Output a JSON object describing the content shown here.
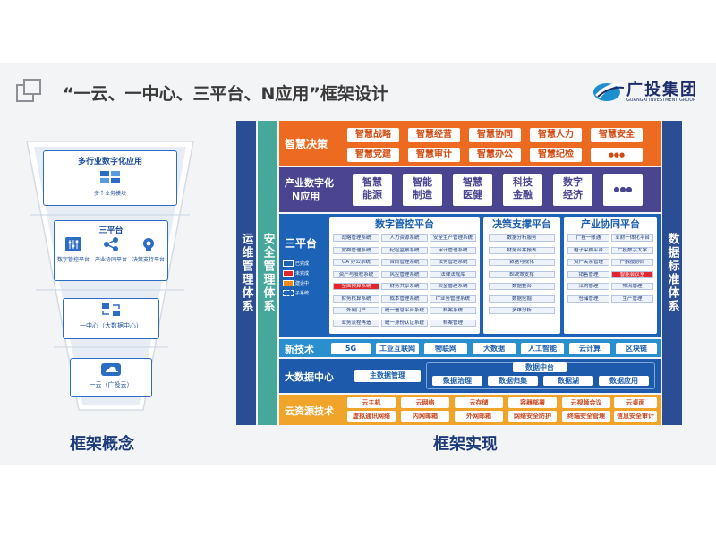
{
  "title": "“一云、一中心、三平台、N应用”框架设计",
  "logo": {
    "name": "广投集团",
    "sub": "GUANGXI INVESTMENT GROUP"
  },
  "funnel": {
    "t1": {
      "label": "多行业数字化应用",
      "small": "多个业务模块"
    },
    "t2": {
      "label": "三平台",
      "items": [
        "数字管控平台",
        "产业协同平台",
        "决策支持平台"
      ]
    },
    "t3": {
      "label": "一中心（大数据中心）"
    },
    "t4": {
      "label": "一云（广投云）"
    },
    "caption": "框架概念"
  },
  "arch": {
    "caption": "框架实现",
    "left_bars": [
      "运维管理体系",
      "安全管理体系"
    ],
    "right_bar": "数据标准体系",
    "zhjc": {
      "label": "智慧决策",
      "items": [
        "智慧战略",
        "智慧经营",
        "智慧协同",
        "智慧人力",
        "智慧安全",
        "智慧党建",
        "智慧审计",
        "智慧办公",
        "智慧纪检",
        "●●●"
      ]
    },
    "cy": {
      "label1": "产业数字化",
      "label2": "N应用",
      "items": [
        [
          "智慧",
          "能源"
        ],
        [
          "智能",
          "制造"
        ],
        [
          "智慧",
          "医健"
        ],
        [
          "科技",
          "金融"
        ],
        [
          "数字",
          "经济"
        ],
        [
          "●●●",
          ""
        ]
      ]
    },
    "sp": {
      "label": "三平台",
      "legend": [
        "已完成",
        "未完成",
        "建设中",
        "子系统"
      ],
      "p1": {
        "title": "数字管控平台",
        "cells": [
          "战略管理系统",
          "人力资源系统",
          "安全生产管理系统",
          "党群管理系统",
          "纪检监察系统",
          "审计管理系统",
          "OA 办公系统",
          "合同管理系统",
          "法务管理系统",
          "资产与股权系统",
          "风控管理系统",
          "法律法规库",
          "全面预算系统",
          "财务共享系统",
          "资金管理系统",
          "财务核算系统",
          "成本管理系统",
          "IT业务管理系统",
          "外网门户",
          "统一信息平台系统",
          "档案系统",
          "业务流程再造",
          "统一身份认证系统",
          "档案管理"
        ]
      },
      "p2": {
        "title": "决策支撑平台",
        "cells": [
          "数据分析服务",
          "财务合并报表",
          "数据可视化",
          "BI决策支撑",
          "数据整合",
          "数据挖掘",
          "多维分析"
        ]
      },
      "p3": {
        "title": "产业协同平台",
        "cells": [
          "广投一账通",
          "业财一体化平台",
          "电子采购平台",
          "广投数字大学",
          "资产关系管理",
          "产融投协同",
          "销售管理",
          "智能会议室",
          "采购管理",
          "物流管理",
          "仓储管理",
          "生产管理"
        ]
      }
    },
    "xjs": {
      "label": "新技术",
      "items": [
        "5G",
        "工业互联网",
        "物联网",
        "大数据",
        "人工智能",
        "云计算",
        "区块链"
      ]
    },
    "dsj": {
      "label": "大数据中心",
      "items": [
        "主数据管理",
        "数据中台",
        "数据治理",
        "数据归集",
        "数据湖",
        "数据应用"
      ]
    },
    "yzy": {
      "label": "云资源技术",
      "items": [
        "云主机",
        "云网络",
        "云存储",
        "容器部署",
        "云视频会议",
        "云桌面",
        "虚拟通讯网络",
        "内网邮箱",
        "外网邮箱",
        "网络安全防护",
        "终端安全管理",
        "信息安全审计"
      ]
    }
  }
}
